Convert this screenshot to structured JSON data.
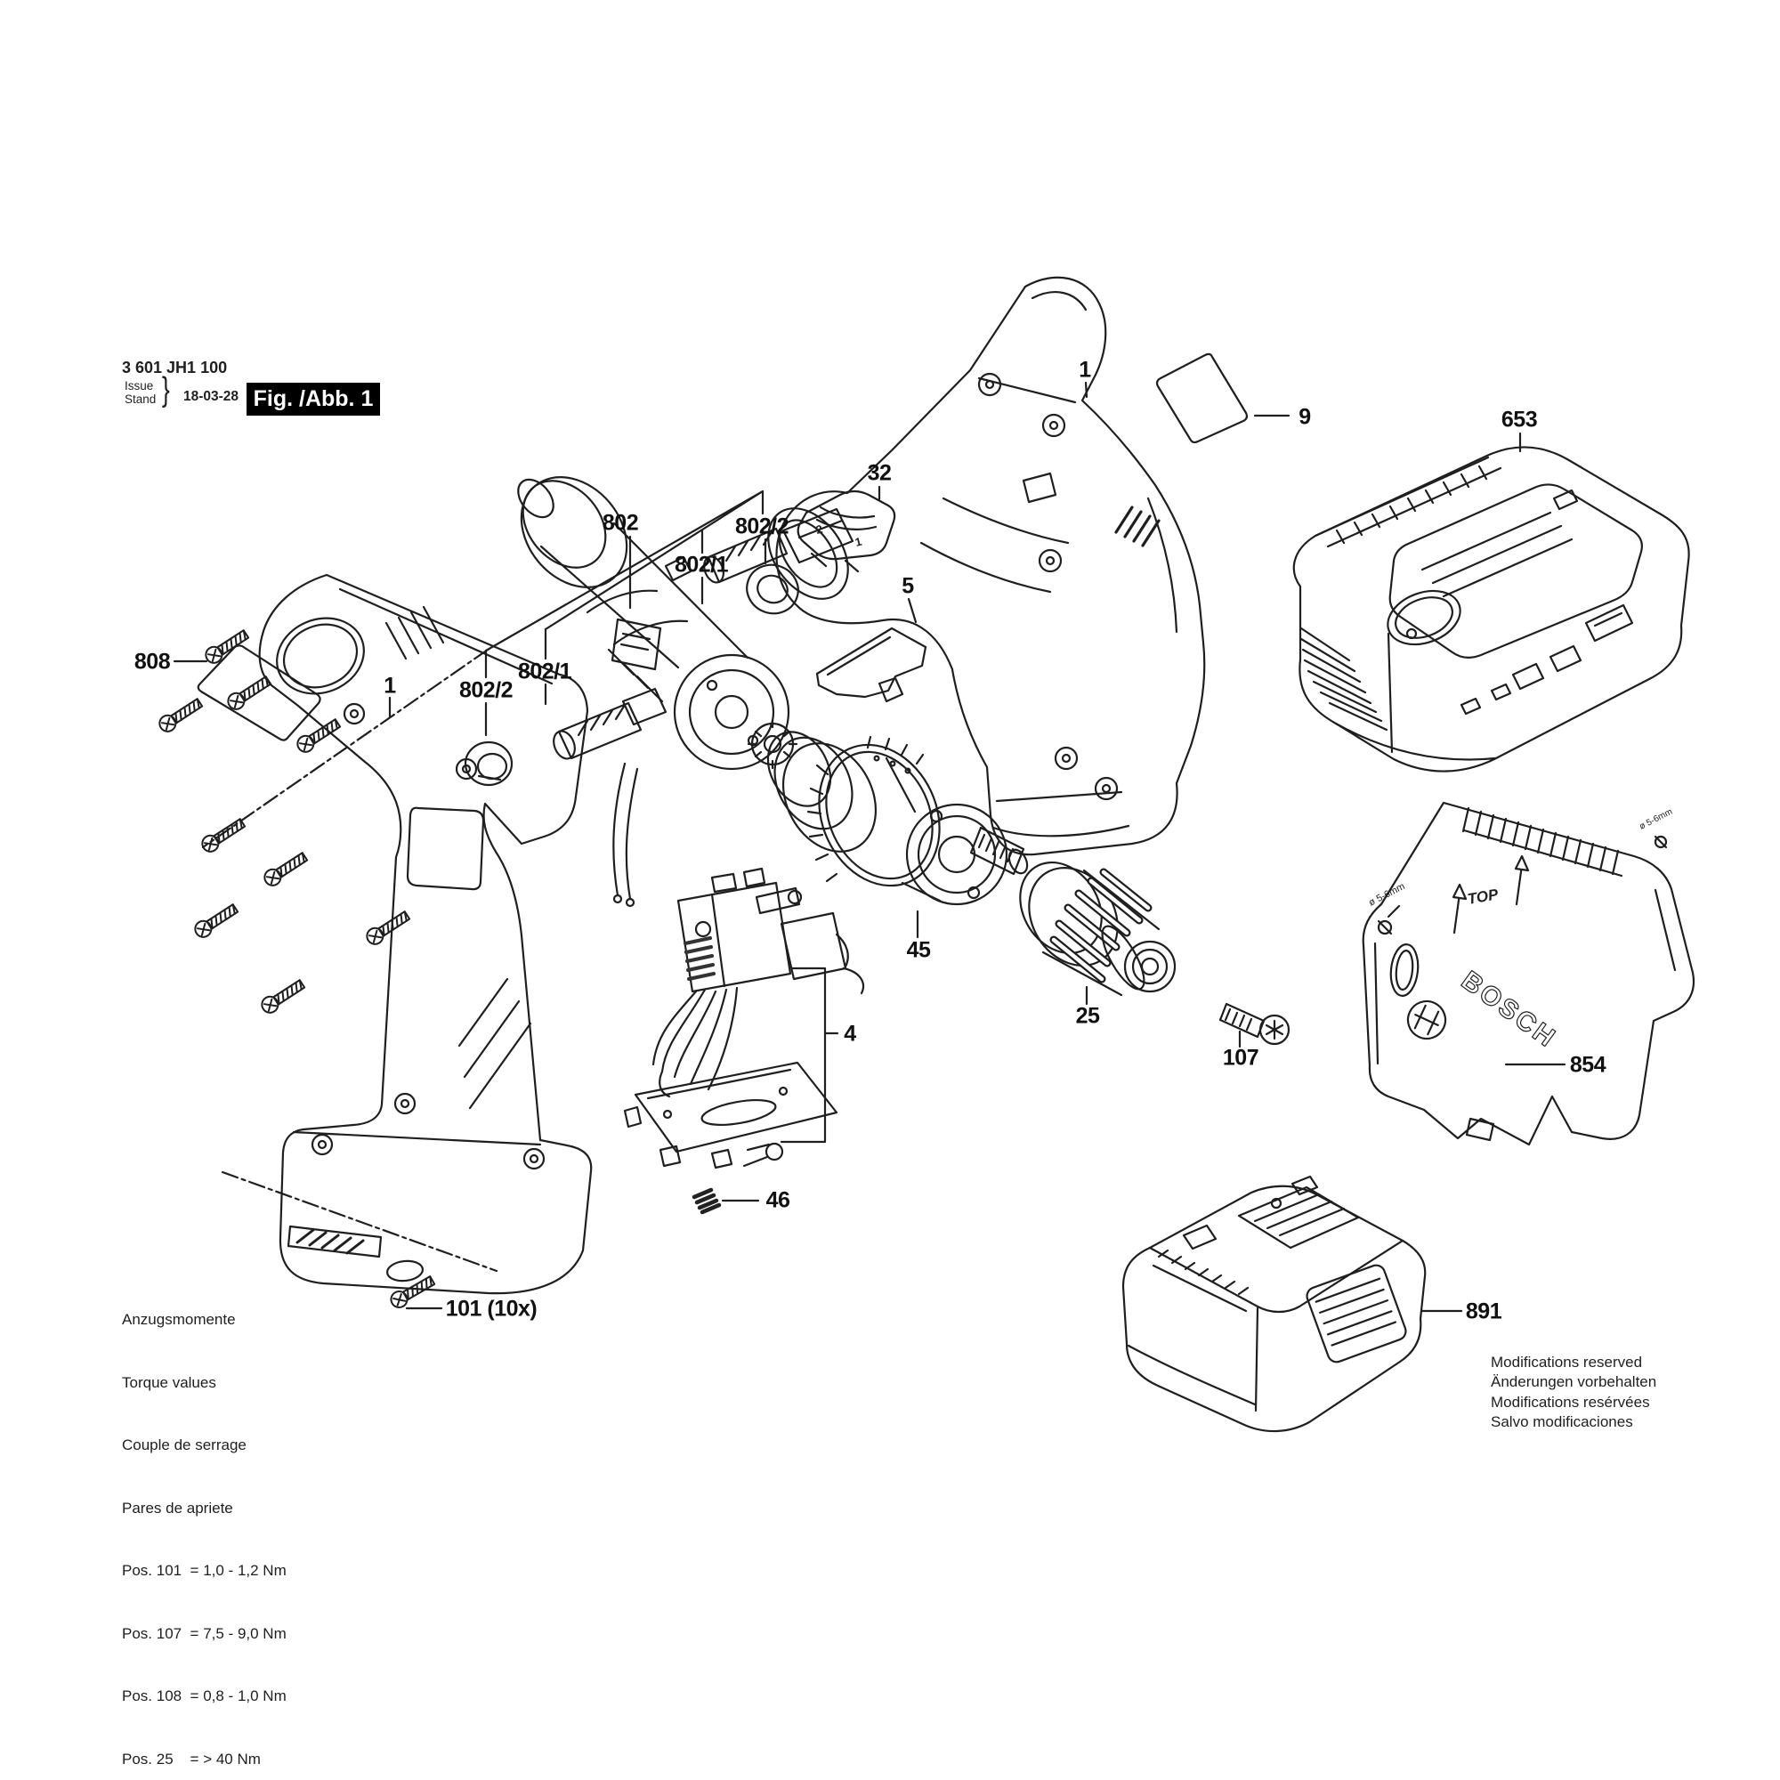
{
  "header": {
    "type_number": "3 601 JH1 100",
    "issue_label": "Issue",
    "stand_label": "Stand",
    "brace": "}",
    "issue_date": "18-03-28",
    "figure_label": "Fig. /Abb. 1"
  },
  "part_labels": [
    {
      "label": "1"
    },
    {
      "label": "808"
    },
    {
      "label": "802"
    },
    {
      "label": "802/1"
    },
    {
      "label": "802/2"
    },
    {
      "label": "802/1"
    },
    {
      "label": "802/2"
    },
    {
      "label": "32"
    },
    {
      "label": "5"
    },
    {
      "label": "1"
    },
    {
      "label": "9"
    },
    {
      "label": "653"
    },
    {
      "label": "45"
    },
    {
      "label": "25"
    },
    {
      "label": "107"
    },
    {
      "label": "854"
    },
    {
      "label": "4"
    },
    {
      "label": "46"
    },
    {
      "label": "101 (10x)"
    },
    {
      "label": "891"
    }
  ],
  "torque_note": {
    "lines": [
      "Anzugsmomente",
      "Torque values",
      "Couple de serrage",
      "Pares de apriete",
      "Pos. 101  = 1,0 - 1,2 Nm",
      "Pos. 107  = 7,5 - 9,0 Nm",
      "Pos. 108  = 0,8 - 1,0 Nm",
      "Pos. 25    = > 40 Nm"
    ]
  },
  "modifications_note": {
    "lines": [
      "Modifications reserved",
      "Änderungen vorbehalten",
      "Modifications resérvées",
      "Salvo modificaciones"
    ]
  },
  "part_markings": {
    "brand": "BOSCH",
    "top_marking": "TOP",
    "drill_marking": "ø 5-6mm",
    "selector_speed_1": "1",
    "selector_speed_2": "2"
  },
  "colors": {
    "ink": "#1f1f1f",
    "paper": "#ffffff",
    "figure_box_bg": "#000000",
    "figure_box_text": "#ffffff"
  }
}
